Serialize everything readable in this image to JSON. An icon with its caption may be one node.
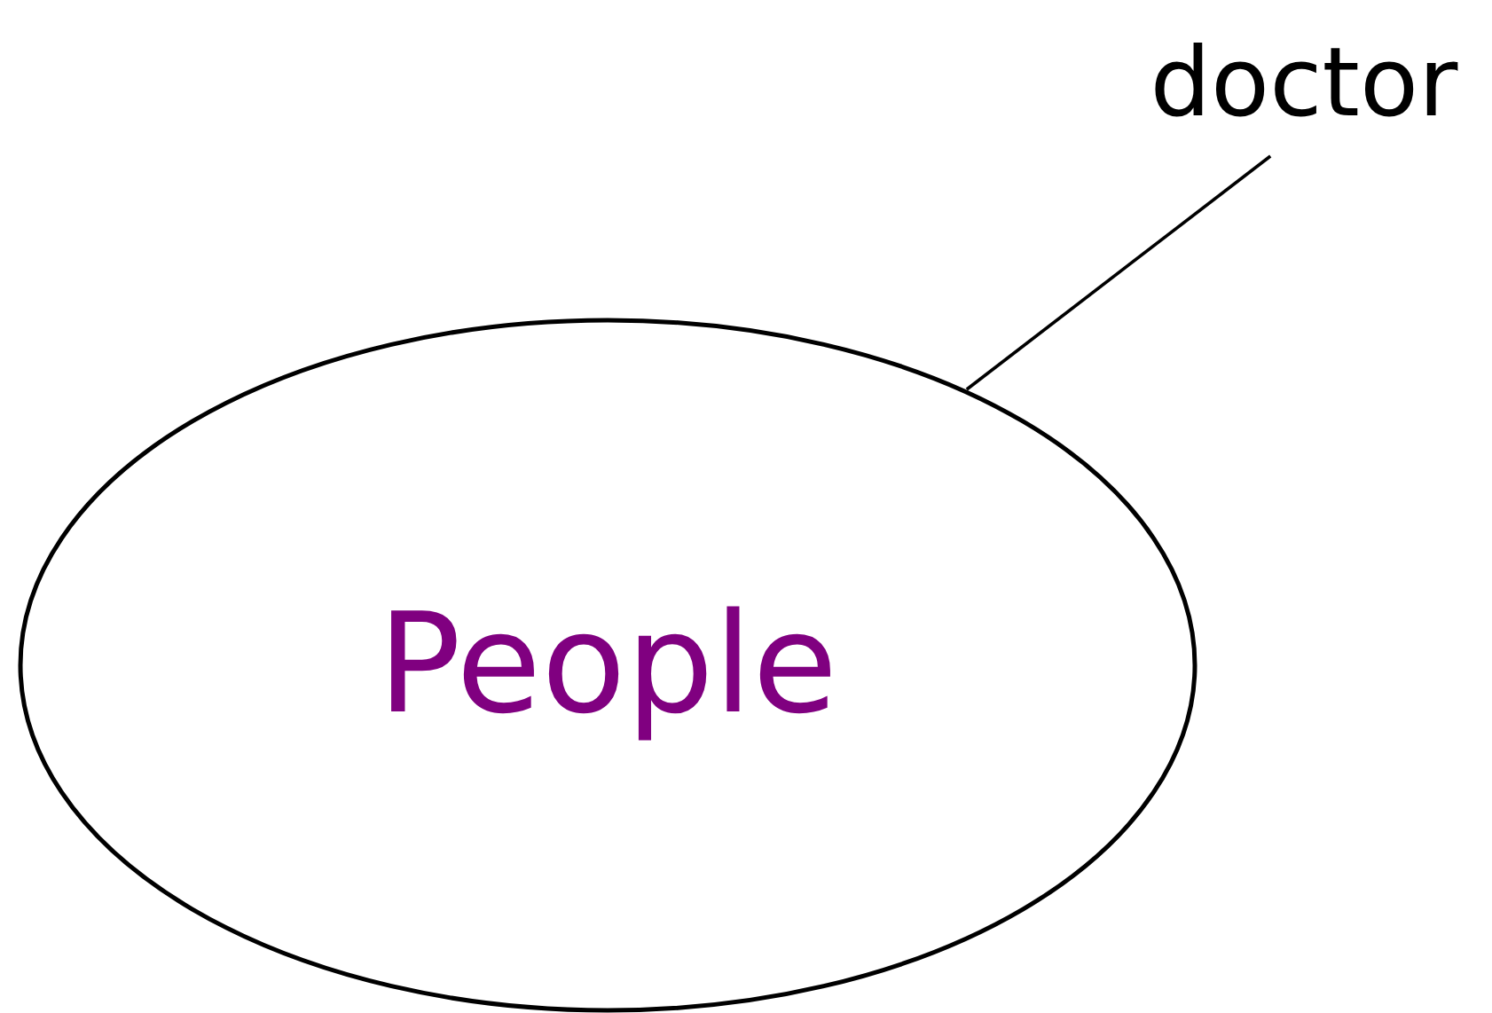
{
  "diagram": {
    "nodes": [
      {
        "text": [
          "People"
        ]
      },
      {
        "text": [
          "doctor"
        ]
      }
    ],
    "edges": [
      {
        "from": 1,
        "to": 0,
        "arrow": "none"
      }
    ]
  }
}
